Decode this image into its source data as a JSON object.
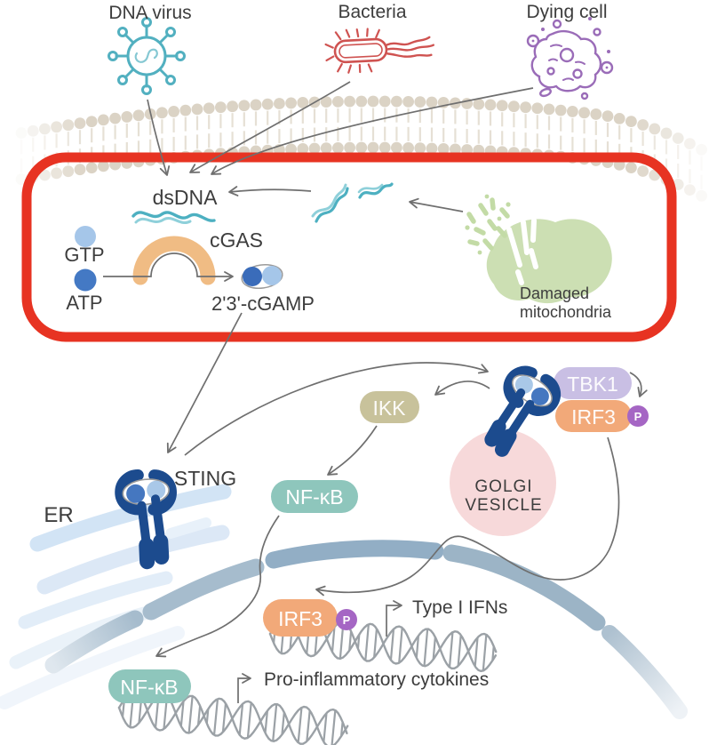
{
  "pathogens": {
    "dna_virus": "DNA virus",
    "bacteria": "Bacteria",
    "dying_cell": "Dying cell"
  },
  "sensing": {
    "dsdna": "dsDNA",
    "cgas": "cGAS",
    "gtp": "GTP",
    "atp": "ATP",
    "cgamp": "2'3'-cGAMP",
    "damaged_mito_line1": "Damaged",
    "damaged_mito_line2": "mitochondria"
  },
  "signaling": {
    "sting": "STING",
    "er": "ER",
    "ikk": "IKK",
    "nfkb": "NF-κB",
    "tbk1": "TBK1",
    "irf3": "IRF3",
    "phospho": "P",
    "golgi_line1": "GOLGI",
    "golgi_line2": "VESICLE"
  },
  "nucleus": {
    "irf3": "IRF3",
    "phospho": "P",
    "nfkb": "NF-κB",
    "type_i_ifns": "Type I IFNs",
    "pro_inflammatory": "Pro-inflammatory cytokines"
  },
  "colors": {
    "highlight_box_red": "#e73322",
    "virus_teal": "#52b0c0",
    "bacteria_red": "#cf5351",
    "dying_cell_purple": "#9a6cb8",
    "membrane_beige": "#dbd3c5",
    "cgas_orange": "#f0bc84",
    "gtp_light_blue": "#a5c6e9",
    "atp_blue": "#4479c4",
    "mitochondria_green": "#ccdfb3",
    "sting_navy": "#1c4b8e",
    "er_light_blue": "#d2e4f5",
    "golgi_pink": "#f7d9da",
    "ikk_khaki": "#c8c29b",
    "nfkb_teal": "#8ec6bc",
    "tbk1_lavender": "#c9bfe4",
    "irf3_orange": "#f2a979",
    "phospho_purple": "#a566c4",
    "nuclear_envelope_slate": "#92aec5",
    "dna_helix_gray": "#9ba1a6",
    "arrow_gray": "#6f6f6f"
  }
}
